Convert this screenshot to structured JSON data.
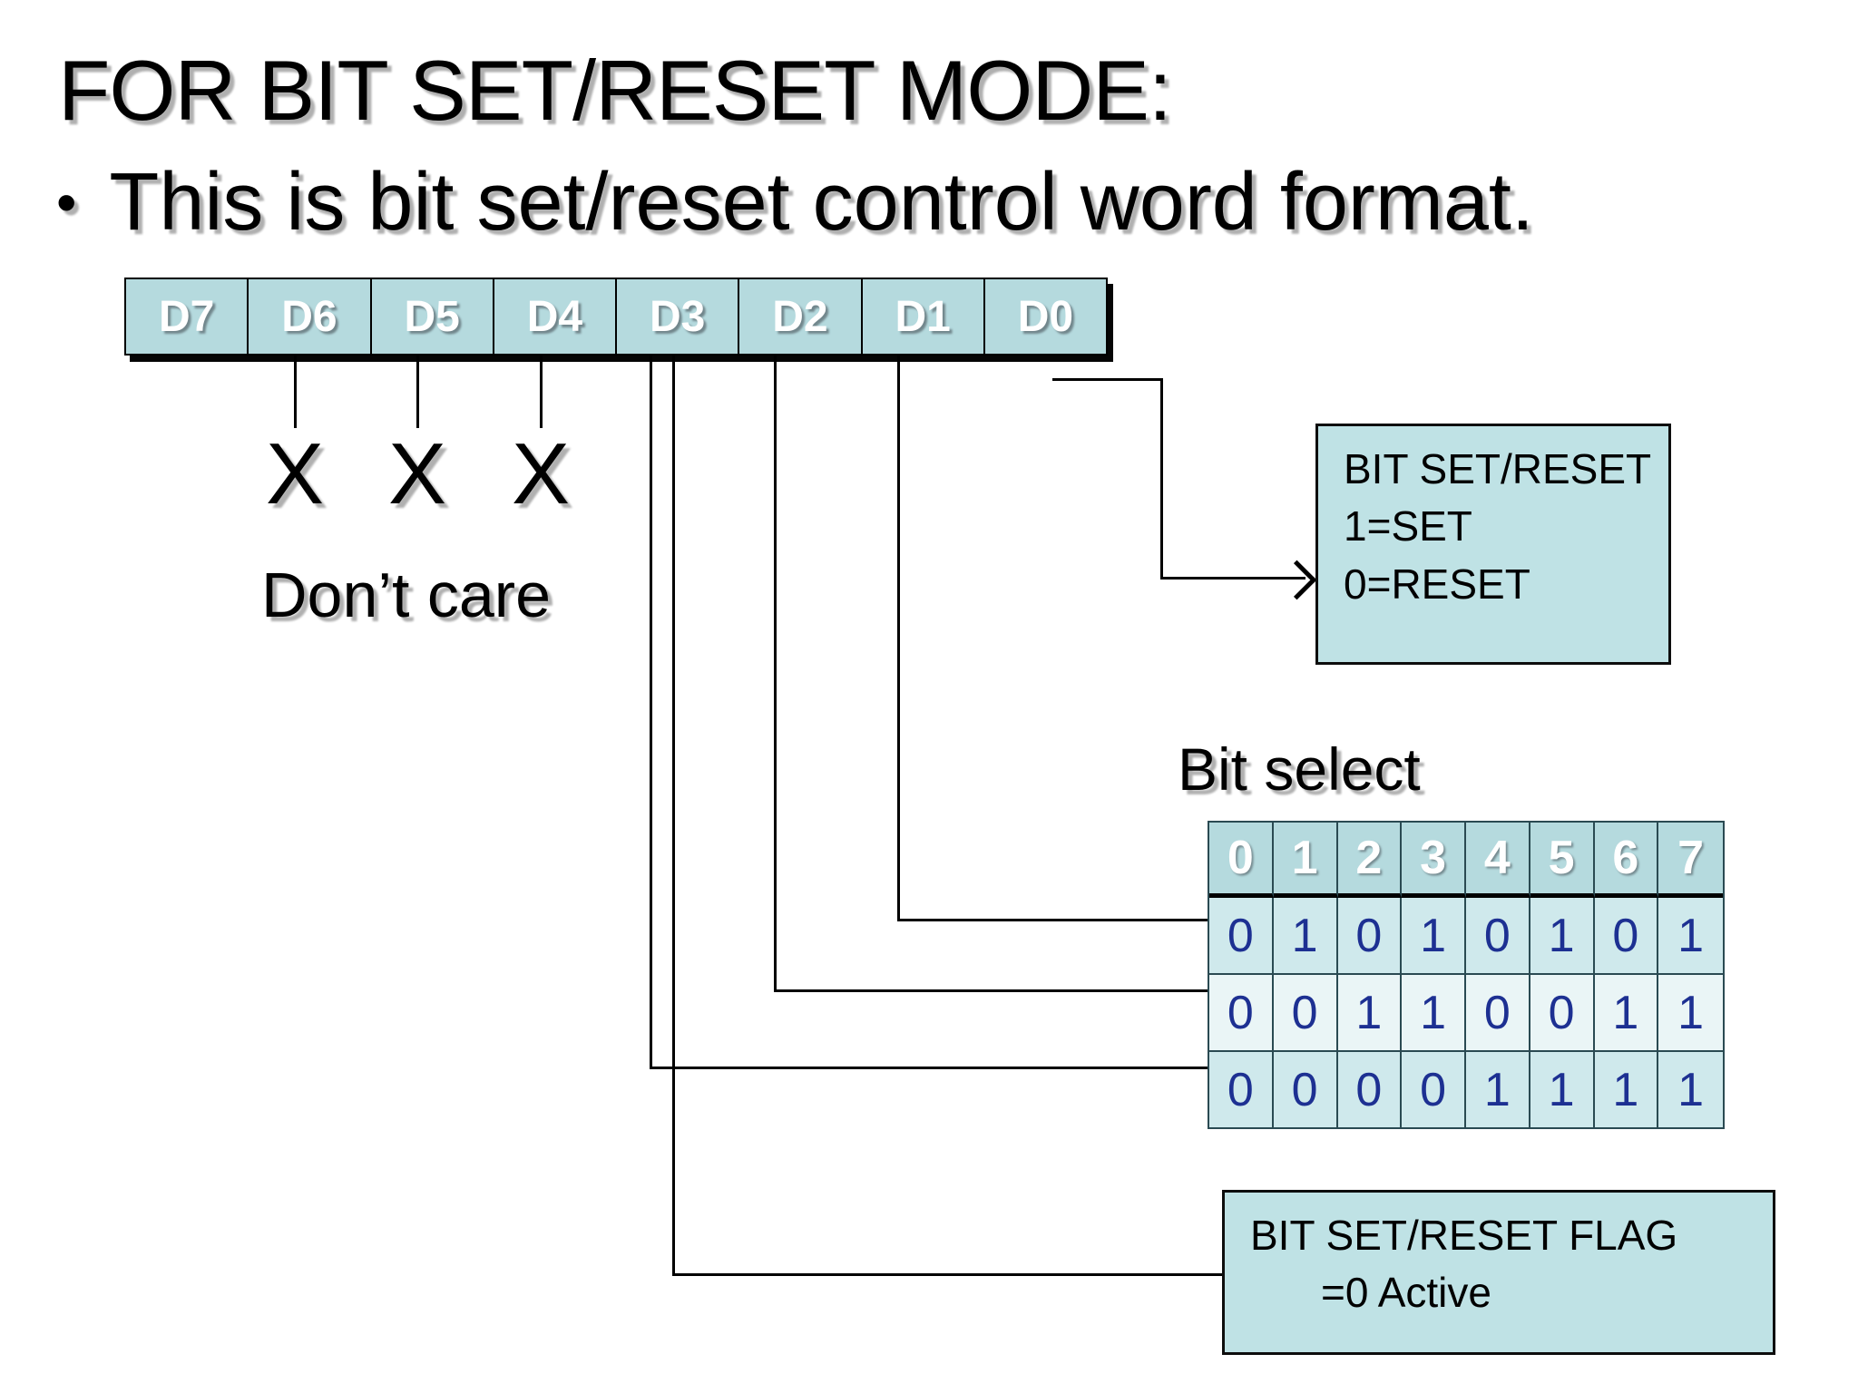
{
  "slide": {
    "title": "FOR BIT SET/RESET MODE:",
    "bullet_marker": "•",
    "bullet_text": "This is bit set/reset control word format."
  },
  "register": {
    "bits": [
      "D7",
      "D6",
      "D5",
      "D4",
      "D3",
      "D2",
      "D1",
      "D0"
    ]
  },
  "dont_care": {
    "marks": [
      "X",
      "X",
      "X"
    ],
    "label": "Don’t care"
  },
  "set_reset_box": {
    "line1": "BIT SET/RESET",
    "line2": "1=SET",
    "line3": "0=RESET"
  },
  "bit_select": {
    "label": "Bit select",
    "header": [
      "0",
      "1",
      "2",
      "3",
      "4",
      "5",
      "6",
      "7"
    ],
    "rows": [
      [
        "0",
        "1",
        "0",
        "1",
        "0",
        "1",
        "0",
        "1"
      ],
      [
        "0",
        "0",
        "1",
        "1",
        "0",
        "0",
        "1",
        "1"
      ],
      [
        "0",
        "0",
        "0",
        "0",
        "1",
        "1",
        "1",
        "1"
      ]
    ]
  },
  "flag_box": {
    "line1": "BIT SET/RESET FLAG",
    "line2": "=0 Active"
  },
  "colors": {
    "cell_fill": "#b5dade",
    "row_band_fill": "#cfe9ec",
    "row_light_fill": "#eaf5f6",
    "box_fill": "#bfe2e5",
    "digit_navy": "#1d3092",
    "line_color": "#000000"
  }
}
